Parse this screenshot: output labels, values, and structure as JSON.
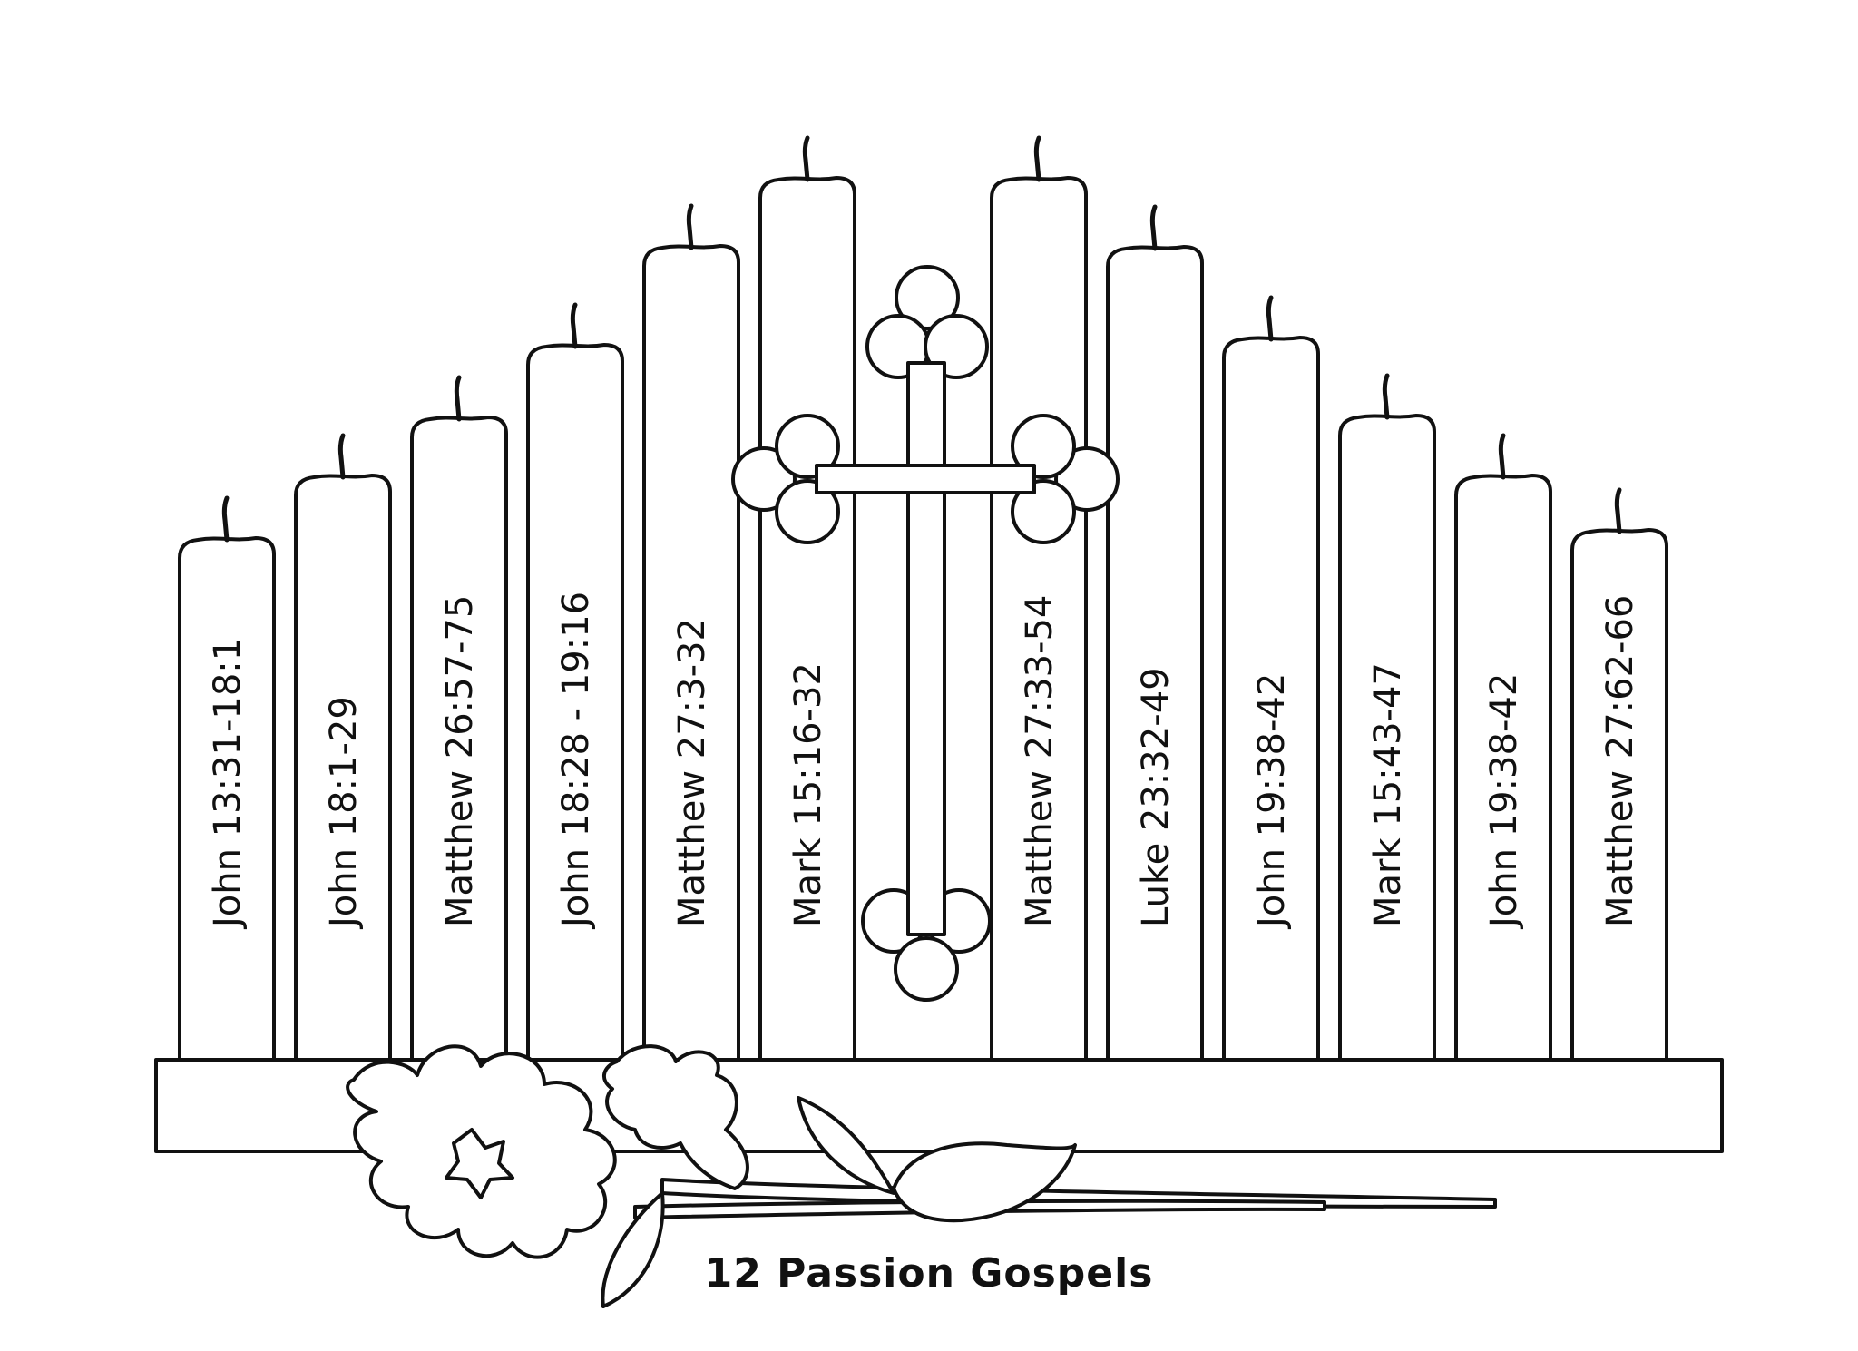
{
  "caption": "12 Passion Gospels",
  "candles": [
    {
      "ref": "John 13:31-18:1"
    },
    {
      "ref": "John 18:1-29"
    },
    {
      "ref": "Matthew 26:57-75"
    },
    {
      "ref": "John 18:28 - 19:16"
    },
    {
      "ref": "Matthew 27:3-32"
    },
    {
      "ref": "Mark 15:16-32"
    },
    {
      "ref": "Matthew 27:33-54"
    },
    {
      "ref": "Luke 23:32-49"
    },
    {
      "ref": "John 19:38-42"
    },
    {
      "ref": "Mark 15:43-47"
    },
    {
      "ref": "John 19:38-42"
    },
    {
      "ref": "Matthew 27:62-66"
    }
  ],
  "icons": {
    "cross": "trefoil-cross-icon",
    "flowers": "carnation-flowers-icon",
    "stand": "candle-stand-icon"
  }
}
